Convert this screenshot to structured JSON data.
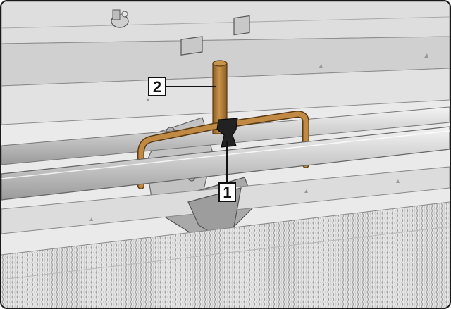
{
  "figure": {
    "callouts": [
      {
        "label": "1",
        "part": "holder"
      },
      {
        "label": "2",
        "part": "handle"
      }
    ],
    "colors": {
      "background": "#eaeaea",
      "frame": "#d6d6d6",
      "tool": "#b8843d",
      "tool_shadow": "#8a5e24",
      "clamp": "#222222",
      "spring_tines": "#cfcfcf",
      "outline": "#1a1a1a"
    }
  }
}
